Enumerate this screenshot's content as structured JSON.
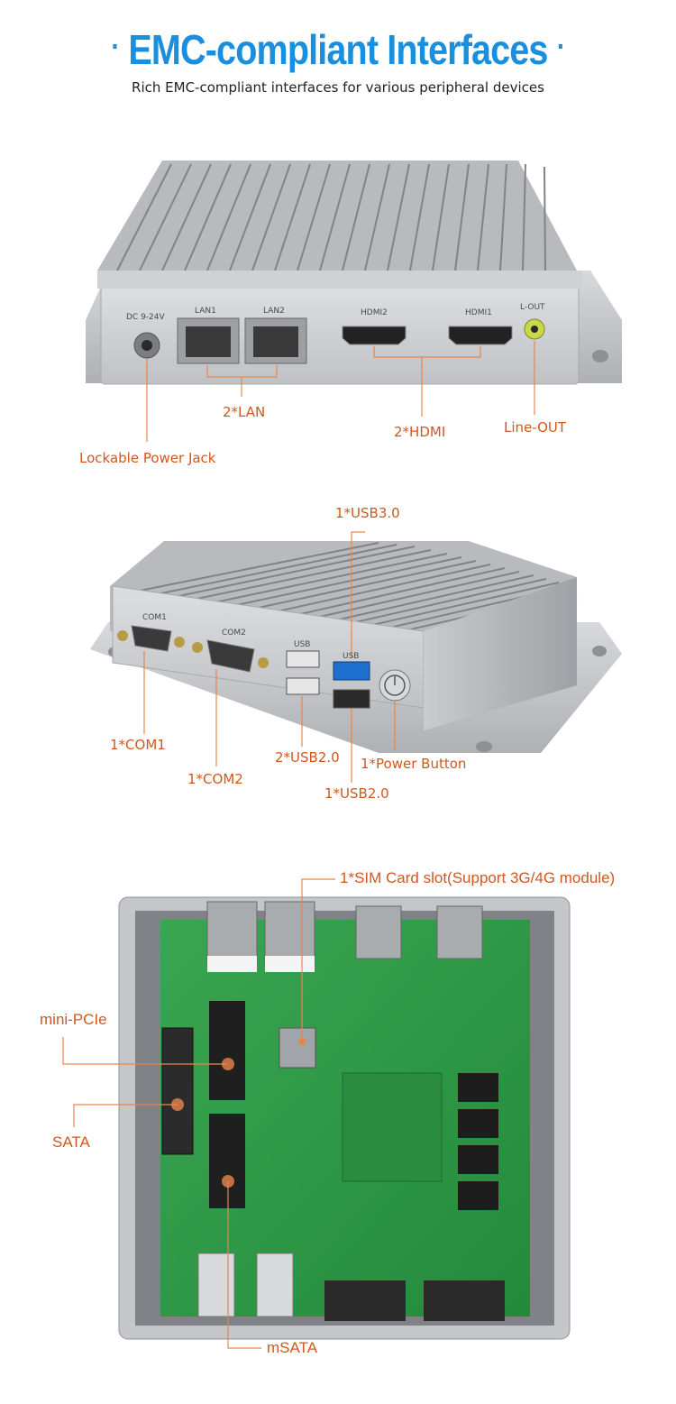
{
  "header": {
    "title": "EMC-compliant Interfaces",
    "dot_left": "·",
    "dot_right": "·",
    "subtitle": "Rich EMC-compliant interfaces for various peripheral devices"
  },
  "front_view": {
    "port_labels": {
      "dc": "DC 9-24V",
      "lan1": "LAN1",
      "lan2": "LAN2",
      "hdmi2": "HDMI2",
      "hdmi1": "HDMI1",
      "lout": "L-OUT"
    },
    "callouts": {
      "lan": "2*LAN",
      "hdmi": "2*HDMI",
      "line_out": "Line-OUT",
      "power_jack": "Lockable Power Jack"
    }
  },
  "rear_view": {
    "port_labels": {
      "com1": "COM1",
      "com2": "COM2",
      "usb_a": "USB",
      "usb_b": "USB"
    },
    "callouts": {
      "usb3": "1*USB3.0",
      "com1": "1*COM1",
      "com2": "1*COM2",
      "usb2_pair": "2*USB2.0",
      "power_button": "1*Power Button",
      "usb2_single": "1*USB2.0"
    }
  },
  "board_view": {
    "callouts": {
      "sim": "1*SIM Card slot(Support 3G/4G module)",
      "mini_pcie": "mini-PCIe",
      "sata": "SATA",
      "msata": "mSATA"
    }
  },
  "colors": {
    "title_blue": "#1a8fdd",
    "callout_orange": "#d0571e",
    "connector_line": "#e8864a",
    "board_green": "#2f9a45",
    "chassis_silver": "#c4c6c9",
    "usb3_blue": "#1f6fd1"
  }
}
